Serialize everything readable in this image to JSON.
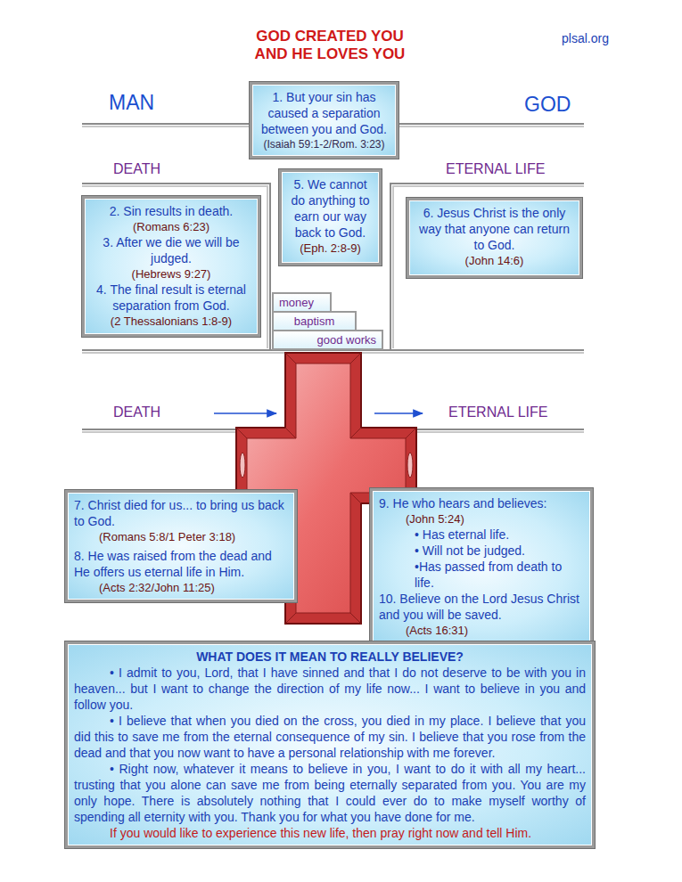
{
  "diagram": {
    "title": "GOD CREATED YOU AND HE LOVES YOU",
    "nodes": [
      {
        "text": [
          "1. But your sin has caused a separation between you and God.",
          "(Isaiah 59:1-2/Rom. 3:23)"
        ]
      },
      {
        "text": [
          "2. Sin results in death.",
          "(Romans 6:23)",
          "3. After we die we will be judged.",
          "(Hebrews 9:27)",
          "4. The final result is eternal separation from God.",
          "(2 Thessalonians 1:8-9)"
        ]
      },
      {
        "text": [
          "5. We cannot do anything to earn our way back to God.",
          "(Eph. 2:8-9)"
        ]
      },
      {
        "text": [
          "6. Jesus Christ is the only way that anyone can return to God.",
          "(John 14:6)"
        ]
      },
      {
        "text": [
          "money"
        ]
      },
      {
        "text": [
          "baptism"
        ]
      },
      {
        "text": [
          "good works"
        ]
      },
      {
        "text": [
          "7. Christ died for us... to bring us back to God.",
          "(Romans 5:8/1 Peter 3:18)",
          "8. He was raised from the dead and He offers us eternal life in Him.",
          "(Acts 2:32/John 11:25)"
        ]
      },
      {
        "text": [
          "9. He who hears and believes:",
          "(John 5:24)",
          "• Has eternal life.",
          "• Will not be judged.",
          "•Has passed from death to life.",
          "10. Believe on the Lord Jesus Christ and you will be saved.",
          "(Acts 16:31)"
        ]
      },
      {
        "text": [
          "WHAT DOES IT MEAN TO REALLY BELIEVE?",
          "• I admit to you, Lord, that I have sinned and that I do not deserve to be with you in heaven... but I want to change the direction of my life now... I want to believe in you and follow you.",
          "• I believe that when you died on the cross, you died in my place. I believe that you did this to save me from the eternal consequence of my sin. I believe that you rose from the dead and that you now want to have a personal relationship with me forever.",
          "• Right now, whatever it means to believe in you, I want to do it with all my heart... trusting that you alone can save me from being eternally separated from you. You are my only hope. There is absolutely nothing that I could ever do to make myself worthy of spending all eternity with you. Thank you for what you have done for me.",
          "If you would like to experience this new life, then pray right now and tell Him."
        ]
      }
    ],
    "labels": [
      "plsal.org",
      "MAN",
      "GOD",
      "DEATH",
      "ETERNAL LIFE",
      "DEATH",
      "ETERNAL LIFE"
    ]
  }
}
